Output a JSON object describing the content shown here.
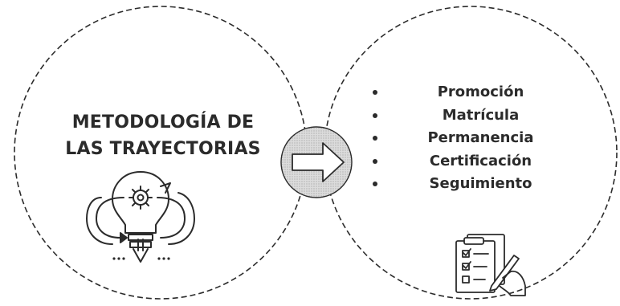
{
  "left_circle": {
    "title_line_1": "METODOLOGÍA DE",
    "title_line_2": "LAS TRAYECTORIAS"
  },
  "right_circle": {
    "items": [
      {
        "label": "Promoción"
      },
      {
        "label": "Matrícula"
      },
      {
        "label": "Permanencia"
      },
      {
        "label": "Certificación"
      },
      {
        "label": "Seguimiento"
      }
    ]
  },
  "icons": {
    "left": "lightbulb-gear-cycle-icon",
    "center": "right-arrow-icon",
    "right": "clipboard-checklist-pen-icon"
  },
  "colors": {
    "stroke": "#2b2b2b",
    "arrow_badge_fill": "#d6d6d6",
    "background": "#ffffff"
  }
}
